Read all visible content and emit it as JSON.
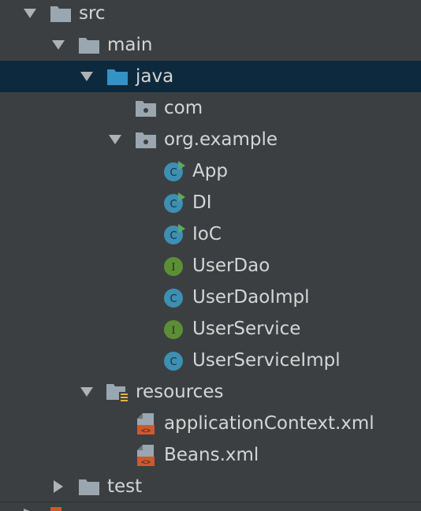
{
  "project_tree": {
    "selected": "java",
    "colors": {
      "background": "#3c3f41",
      "selection": "#0d293e",
      "text": "#d5d5d5",
      "folder": "#9aa7b0",
      "source_folder": "#3592c4",
      "class_icon": "#3d8fb3",
      "interface_icon": "#5c8f35",
      "run_marker": "#59a869",
      "xml_icon": "#d0582d"
    },
    "nodes": [
      {
        "label": "src",
        "icon": "folder-icon",
        "expanded": "true"
      },
      {
        "label": "main",
        "icon": "folder-icon",
        "expanded": "true"
      },
      {
        "label": "java",
        "icon": "source-folder-icon",
        "expanded": "true"
      },
      {
        "label": "com",
        "icon": "package-icon"
      },
      {
        "label": "org.example",
        "icon": "package-icon",
        "expanded": "true"
      },
      {
        "label": "App",
        "icon": "class-icon",
        "badge": "run-marker-icon"
      },
      {
        "label": "DI",
        "icon": "class-icon",
        "badge": "run-marker-icon"
      },
      {
        "label": "IoC",
        "icon": "class-icon",
        "badge": "run-marker-icon"
      },
      {
        "label": "UserDao",
        "icon": "interface-icon"
      },
      {
        "label": "UserDaoImpl",
        "icon": "class-icon"
      },
      {
        "label": "UserService",
        "icon": "interface-icon"
      },
      {
        "label": "UserServiceImpl",
        "icon": "class-icon"
      },
      {
        "label": "resources",
        "icon": "resources-folder-icon",
        "expanded": "true"
      },
      {
        "label": "applicationContext.xml",
        "icon": "xml-file-icon"
      },
      {
        "label": "Beans.xml",
        "icon": "xml-file-icon"
      },
      {
        "label": "test",
        "icon": "folder-icon",
        "expanded": "false"
      }
    ]
  }
}
